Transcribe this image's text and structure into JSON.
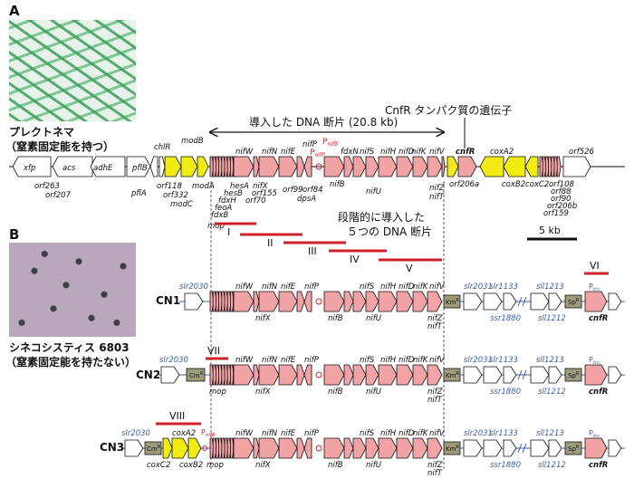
{
  "panel_a": {
    "letter": "A",
    "organism_name": "プレクトネマ",
    "organism_note": "（窒素固定能を持つ）",
    "inserted_fragment": "導入した DNA 断片 (20.8 kb)",
    "cnfr_callout": "CnfR タンパク質の遺伝子",
    "promoter_nifB": "P",
    "promoter_nifB_sub": "nifB",
    "promoter_nifP": "P",
    "promoter_nifP_sub": "nifP",
    "genes_top": [
      "xfp",
      "acs",
      "adhE",
      "pflB",
      "chlR",
      "modB",
      "nifW",
      "nifN",
      "nifE",
      "nifP",
      "fdxN",
      "nifS",
      "nifH",
      "nifD",
      "nifK",
      "nifV",
      "cnfR",
      "coxA2",
      "orf526"
    ],
    "genes_bottom": [
      "orf263",
      "orf207",
      "pflA",
      "orf118",
      "orf332",
      "modC",
      "modA",
      "hesA",
      "hesB",
      "fdxH",
      "feoA",
      "fdxB",
      "mop",
      "nifX",
      "orf155",
      "orf70",
      "orf99",
      "orf84",
      "dpsA",
      "nifB",
      "nifU",
      "nifZ",
      "nifT",
      "orf206a",
      "coxB2",
      "coxC2",
      "orf108",
      "orf88",
      "orf90",
      "orf206b",
      "orf159"
    ]
  },
  "stepwise": {
    "title_line1": "段階的に導入した",
    "title_line2": "５つの DNA 断片",
    "fragments": [
      "I",
      "II",
      "III",
      "IV",
      "V"
    ],
    "scale_bar": "5 kb"
  },
  "panel_b": {
    "letter": "B",
    "organism_name": "シネコシスティス 6803",
    "organism_note": "（窒素固定能を持たない）",
    "strains": [
      "CN1",
      "CN2",
      "CN3"
    ],
    "extra_fragments": [
      "VI",
      "VII",
      "VIII"
    ],
    "host_genes": [
      "slr2030",
      "slr2031",
      "slr1133",
      "ssr1880",
      "sll1213",
      "sll1212"
    ],
    "markers": {
      "km": "Km",
      "sp": "Sp",
      "cm": "Cm",
      "r": "R"
    },
    "ptrc": "P",
    "ptrc_sub": "trc",
    "cn_genes_top": [
      "nifW",
      "nifN",
      "nifE",
      "nifP",
      "nifS",
      "nifH",
      "nifD",
      "nifK",
      "nifV",
      "cnfR"
    ],
    "cn_genes_bottom": [
      "nifX",
      "nifB",
      "nifU",
      "nifZ",
      "nifT",
      "mop",
      "cnfR"
    ],
    "cn3_genes": [
      "coxA2",
      "coxB2",
      "coxC2"
    ]
  },
  "colors": {
    "nif": "#f1a3a6",
    "yellow": "#f2ec12",
    "red_bar": "#d0202a",
    "host": "#3a5fa8",
    "marker": "#9e9a7c"
  }
}
